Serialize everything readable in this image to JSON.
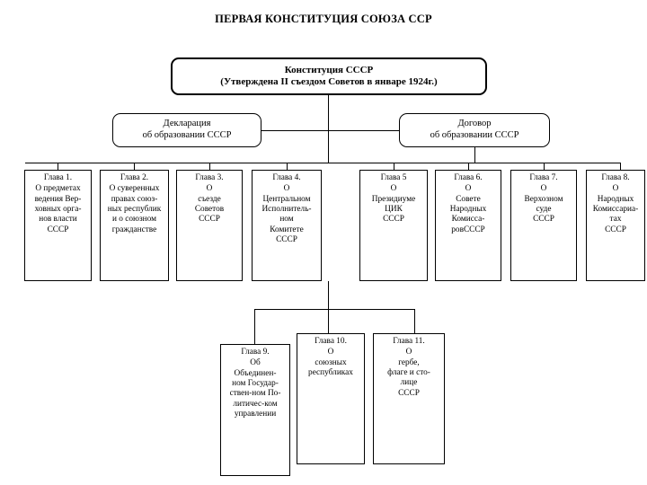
{
  "title": "ПЕРВАЯ КОНСТИТУЦИЯ СОЮЗА ССР",
  "root": {
    "line1": "Конституция СССР",
    "line2": "(Утверждена II съездом Советов в январе 1924г.)"
  },
  "branches": {
    "declaration": {
      "line1": "Декларация",
      "line2": "об образовании СССР"
    },
    "treaty": {
      "line1": "Договор",
      "line2": "об образовании СССР"
    }
  },
  "chapters": [
    {
      "header": "Глава 1.",
      "lines": [
        "О предметах",
        "ведения Вер-",
        "ховных орга-",
        "нов власти",
        "СССР"
      ]
    },
    {
      "header": "Глава 2.",
      "lines": [
        "О суверенных",
        "правах союз-",
        "ных республик",
        "и о союзном",
        "гражданстве"
      ]
    },
    {
      "header": "Глава 3.",
      "lines": [
        "О",
        "съезде",
        "Советов",
        "СССР"
      ]
    },
    {
      "header": "Глава 4.",
      "lines": [
        "О",
        "Центральном",
        "Исполнитель-",
        "ном",
        "Комитете",
        "СССР"
      ]
    },
    {
      "header": "Глава 5",
      "lines": [
        "О",
        "Президиуме",
        "ЦИК",
        "СССР"
      ]
    },
    {
      "header": "Глава 6.",
      "lines": [
        "О",
        "Совете",
        "Народных",
        "Комисса-",
        "ровСССР"
      ]
    },
    {
      "header": "Глава 7.",
      "lines": [
        "О",
        "Верхозном",
        "суде",
        "СССР"
      ]
    },
    {
      "header": "Глава 8.",
      "lines": [
        "О",
        "Народных",
        "Комиссариа-",
        "тах",
        "СССР"
      ]
    },
    {
      "header": "Глава 9.",
      "lines": [
        "Об",
        "Объединен-",
        "ном Государ-",
        "ствен-ном По-",
        "литичес-ком",
        "управлении"
      ]
    },
    {
      "header": "Глава 10.",
      "lines": [
        "О",
        "союзных",
        "республиках"
      ]
    },
    {
      "header": "Глава 11.",
      "lines": [
        "О",
        "гербе,",
        "флаге и сто-",
        "лице",
        "СССР"
      ]
    }
  ],
  "colors": {
    "background": "#ffffff",
    "ink": "#000000"
  }
}
